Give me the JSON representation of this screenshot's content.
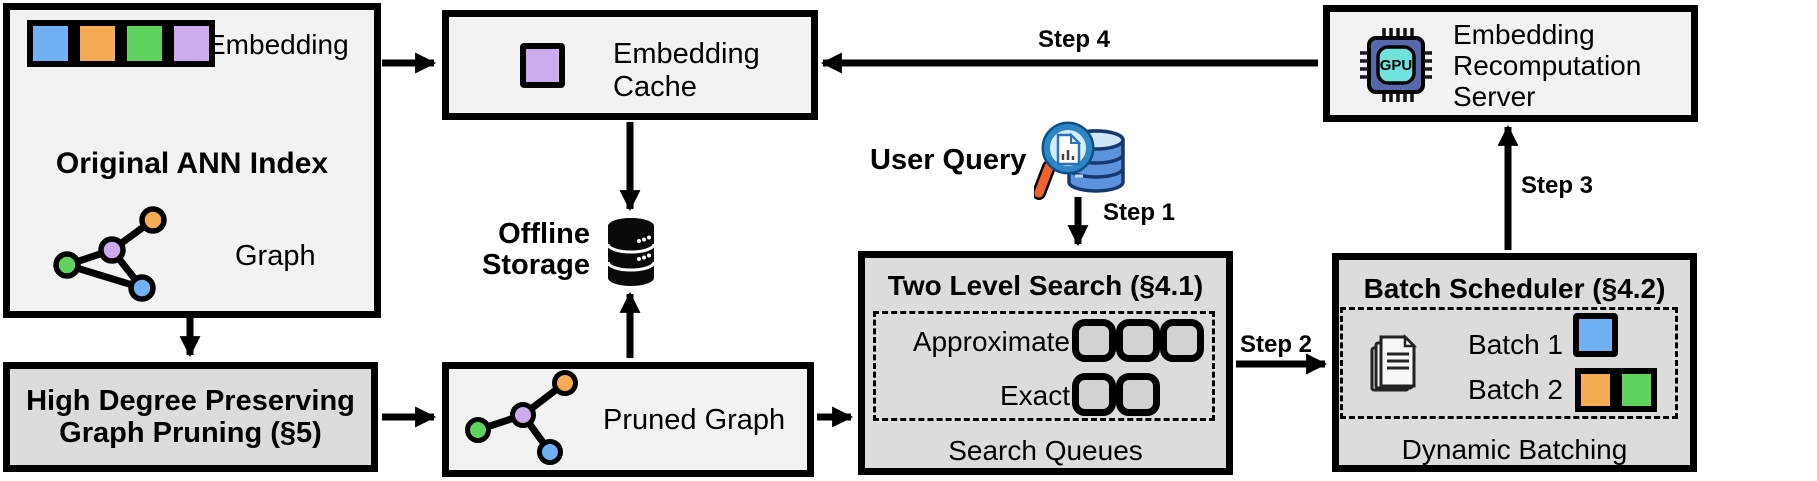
{
  "boxes": {
    "ann_index": {
      "embedding_label": "Embedding",
      "title": "Original ANN Index",
      "graph_label": "Graph"
    },
    "embedding_cache": {
      "label": "Embedding\nCache"
    },
    "recomputation_server": {
      "label": "Embedding\nRecomputation\nServer",
      "gpu_chip_text": "GPU"
    },
    "offline_storage": {
      "label": "Offline\nStorage"
    },
    "graph_pruning": {
      "label": "High Degree Preserving\nGraph Pruning (§5)"
    },
    "pruned_graph": {
      "label": "Pruned Graph"
    },
    "two_level_search": {
      "title": "Two Level Search (§4.1)",
      "approximate_label": "Approximate",
      "exact_label": "Exact",
      "footer": "Search Queues"
    },
    "batch_scheduler": {
      "title": "Batch Scheduler (§4.2)",
      "batch1_label": "Batch 1",
      "batch2_label": "Batch 2",
      "footer": "Dynamic Batching"
    }
  },
  "user_query": {
    "label": "User Query"
  },
  "steps": {
    "step1": "Step 1",
    "step2": "Step 2",
    "step3": "Step 3",
    "step4": "Step 4"
  },
  "palette": {
    "blue": "#6FB1F2",
    "orange": "#F6AC55",
    "green": "#5ED45E",
    "purple": "#CDA9EE",
    "light_box_fill": "#F2F2F2",
    "gray_box_fill": "#DCDCDC",
    "queue_slot_fill": "#D2D2D2",
    "gpu_chip_blue": "#5868AE",
    "gpu_chip_cyan": "#6FE3DB",
    "magnifier_handle_orange": "#F0622E",
    "query_db_blue": "#5D93DC",
    "outline_black": "#000000"
  },
  "icons": {
    "embedding-vector-icon": "row of 4 colored squares",
    "graph-icon": "4-node link graph",
    "pruned-graph-icon": "4-node graph, 3 edges",
    "cached-embedding-icon": "purple square",
    "offline-storage-db-icon": "black database cylinder",
    "user-query-search-db-icon": "magnifier over blue database",
    "gpu-chip-icon": "GPU processor chip",
    "documents-icon": "stacked pages",
    "search-queue-slot-icon": "rounded gray slot",
    "batch-square-icon": "colored batch square"
  }
}
